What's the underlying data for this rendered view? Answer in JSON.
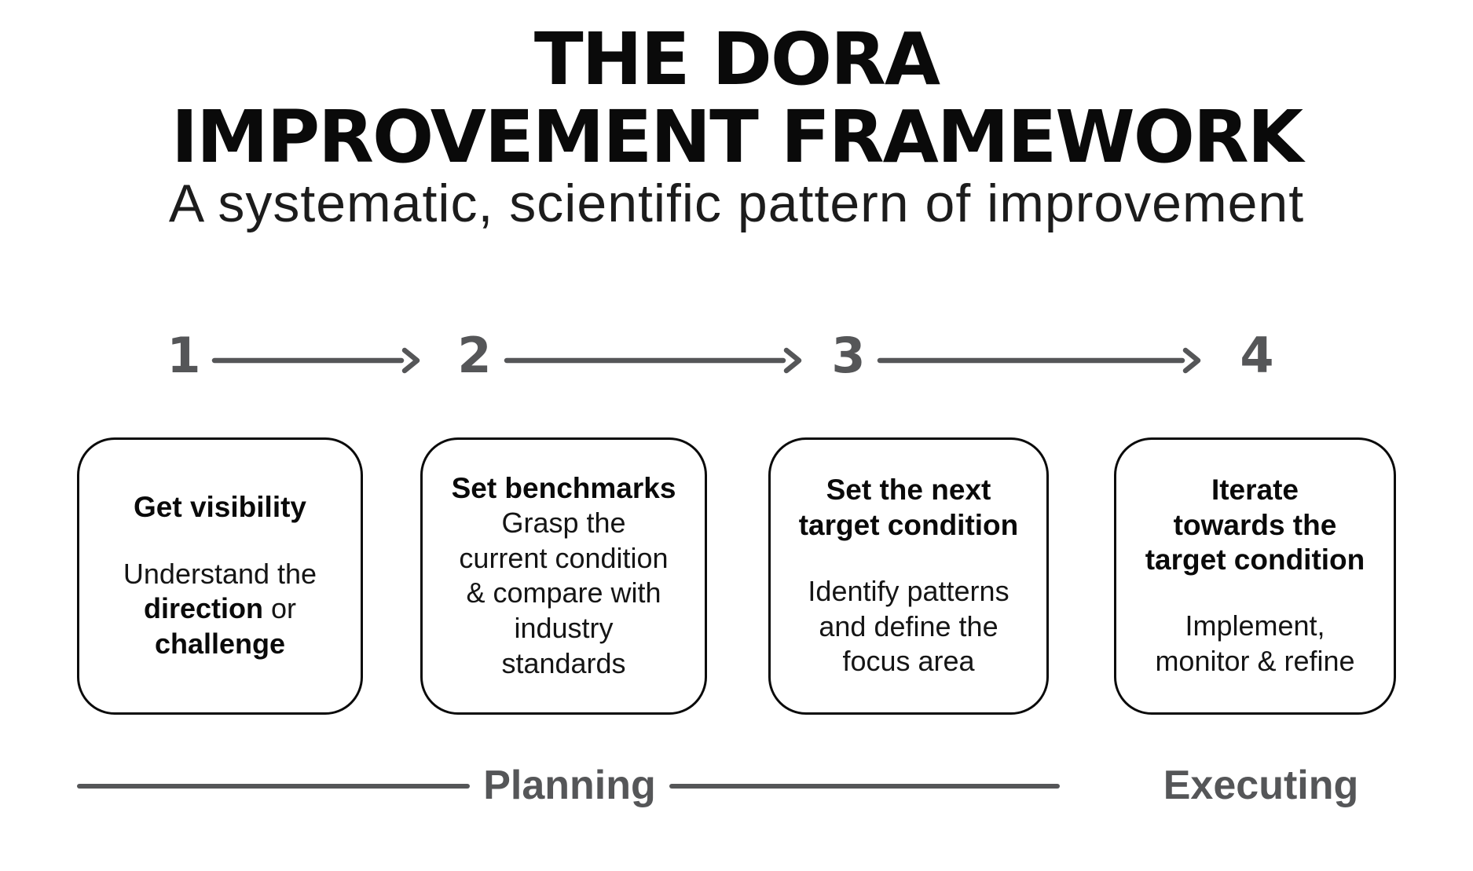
{
  "title": {
    "line1": "THE DORA",
    "line2": "IMPROVEMENT FRAMEWORK"
  },
  "subtitle": "A systematic, scientific pattern of improvement",
  "colors": {
    "text_black": "#0a0a0a",
    "accent_gray": "#555658",
    "background": "#ffffff"
  },
  "steps": [
    {
      "number": "1",
      "heading_lines": [
        "Get visibility"
      ],
      "body": [
        [
          {
            "t": "Understand the"
          }
        ],
        [
          {
            "t": "direction",
            "b": true
          },
          {
            "t": " or"
          }
        ],
        [
          {
            "t": "challenge",
            "b": true
          }
        ]
      ]
    },
    {
      "number": "2",
      "heading_lines": [
        "Set benchmarks"
      ],
      "body": [
        [
          {
            "t": "Grasp the"
          }
        ],
        [
          {
            "t": "current condition"
          }
        ],
        [
          {
            "t": "& compare with"
          }
        ],
        [
          {
            "t": "industry"
          }
        ],
        [
          {
            "t": "standards"
          }
        ]
      ]
    },
    {
      "number": "3",
      "heading_lines": [
        "Set the next",
        "target condition"
      ],
      "body": [
        [
          {
            "t": "Identify patterns"
          }
        ],
        [
          {
            "t": "and define the"
          }
        ],
        [
          {
            "t": "focus area"
          }
        ]
      ]
    },
    {
      "number": "4",
      "heading_lines": [
        "Iterate",
        "towards the",
        "target condition"
      ],
      "body": [
        [
          {
            "t": "Implement,"
          }
        ],
        [
          {
            "t": "monitor & refine"
          }
        ]
      ]
    }
  ],
  "phases": {
    "planning": "Planning",
    "executing": "Executing"
  }
}
